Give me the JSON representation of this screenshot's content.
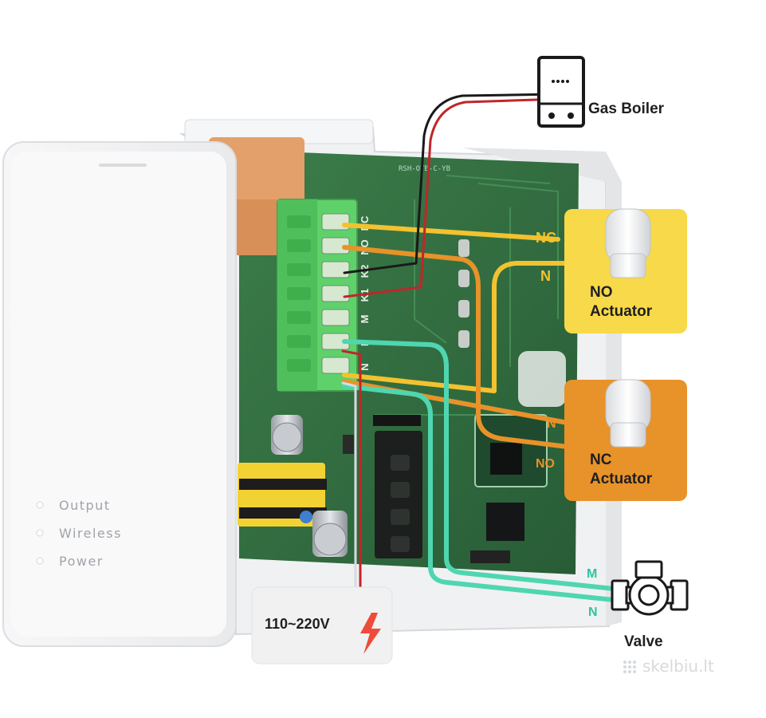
{
  "device": {
    "leds": [
      {
        "label": "Output"
      },
      {
        "label": "Wireless"
      },
      {
        "label": "Power"
      }
    ],
    "terminals": [
      "NC",
      "NO",
      "K2",
      "K1",
      "M",
      "L",
      "N"
    ],
    "pcb_marking": "RSH-OTB-C-YB"
  },
  "devices": {
    "gas_boiler": "Gas Boiler",
    "no_actuator": {
      "line1": "NO",
      "line2": "Actuator"
    },
    "nc_actuator": {
      "line1": "NC",
      "line2": "Actuator"
    },
    "valve": "Valve",
    "power": "110~220V"
  },
  "wire_labels": {
    "no_nc": "NC",
    "no_n": "N",
    "nc_n": "N",
    "nc_no": "NO",
    "valve_m": "M",
    "valve_n": "N"
  },
  "watermark": "skelbiu.lt",
  "colors": {
    "yellow_wire": "#f2c230",
    "orange_wire": "#e8922a",
    "teal_wire": "#4fd6b0",
    "no_panel": "#f7d94a",
    "nc_panel": "#e8922a",
    "pcb": "#2f6b3e",
    "terminal_block": "#5fd16a",
    "valve_label": "#2ec4a0"
  }
}
